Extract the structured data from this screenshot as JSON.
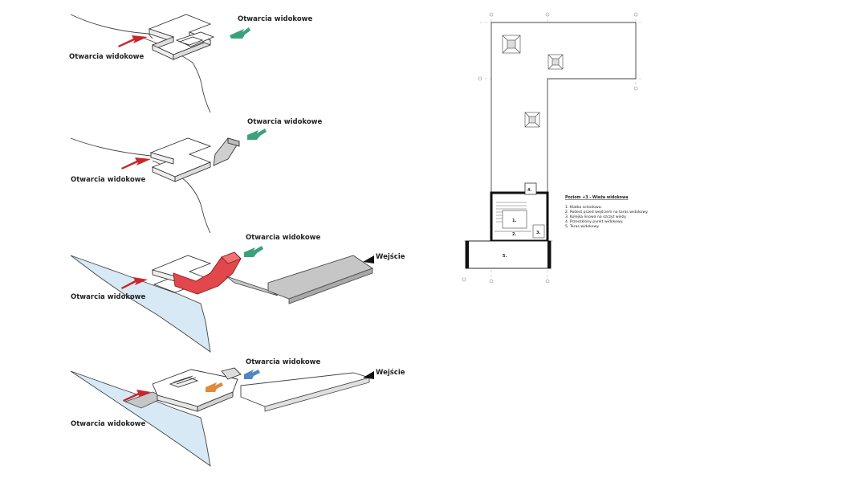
{
  "labels": {
    "view_opening": "Otwarcia widokowe",
    "entrance": "Wejście"
  },
  "plan": {
    "title": "Poziom +3 - Wieża widokowa",
    "legend": [
      "1. Klatka schodowa.",
      "2. Podest przed wejściem na taras widokowy.",
      "3. Kolejka linowa na szczyt wieży.",
      "4. Przeszklony punkt widokowy.",
      "5. Taras widokowy."
    ],
    "room_numbers": [
      "1.",
      "2.",
      "3.",
      "4.",
      "5."
    ]
  },
  "colors": {
    "arrow_red": "#c8262b",
    "arrow_green": "#3aa27a",
    "arrow_blue": "#4f86c6",
    "arrow_orange": "#e08a3c",
    "water": "#d7e9f5",
    "highlight_red": "#e2474b",
    "path_gray": "#c6c6c6"
  }
}
